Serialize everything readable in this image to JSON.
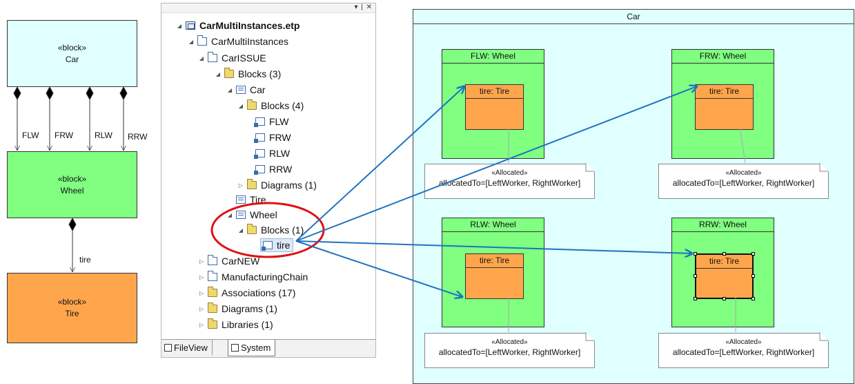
{
  "bdd": {
    "car": {
      "stereotype": "«block»",
      "name": "Car"
    },
    "wheel": {
      "stereotype": "«block»",
      "name": "Wheel"
    },
    "tire": {
      "stereotype": "«block»",
      "name": "Tire"
    },
    "roles": [
      "FLW",
      "FRW",
      "RLW",
      "RRW"
    ],
    "tire_role": "tire"
  },
  "tree": {
    "project": "CarMultiInstances.etp",
    "root": "CarMultiInstances",
    "carissue": "CarISSUE",
    "blocks3": "Blocks (3)",
    "car": "Car",
    "blocks4": "Blocks (4)",
    "parts": [
      "FLW",
      "FRW",
      "RLW",
      "RRW"
    ],
    "diagrams_car": "Diagrams (1)",
    "tire": "Tire",
    "wheel": "Wheel",
    "blocks1": "Blocks (1)",
    "tire_part": "tire",
    "carnew": "CarNEW",
    "manufacturing": "ManufacturingChain",
    "associations": "Associations (17)",
    "diagrams": "Diagrams (1)",
    "libraries": "Libraries (1)",
    "tabs": {
      "fileview": "FileView",
      "system": "System"
    }
  },
  "ibd": {
    "title": "Car",
    "wheels": [
      {
        "title": "FLW: Wheel",
        "part": "tire: Tire"
      },
      {
        "title": "FRW: Wheel",
        "part": "tire: Tire"
      },
      {
        "title": "RLW: Wheel",
        "part": "tire: Tire"
      },
      {
        "title": "RRW: Wheel",
        "part": "tire: Tire"
      }
    ],
    "note_stereotype": "«Allocated»",
    "note_text": "allocatedTo=[LeftWorker, RightWorker]"
  },
  "colors": {
    "car_block": "#e0ffff",
    "wheel_block": "#80ff80",
    "tire_block": "#ffa64d",
    "arrow": "#1f72c0",
    "highlight": "#e01010"
  }
}
